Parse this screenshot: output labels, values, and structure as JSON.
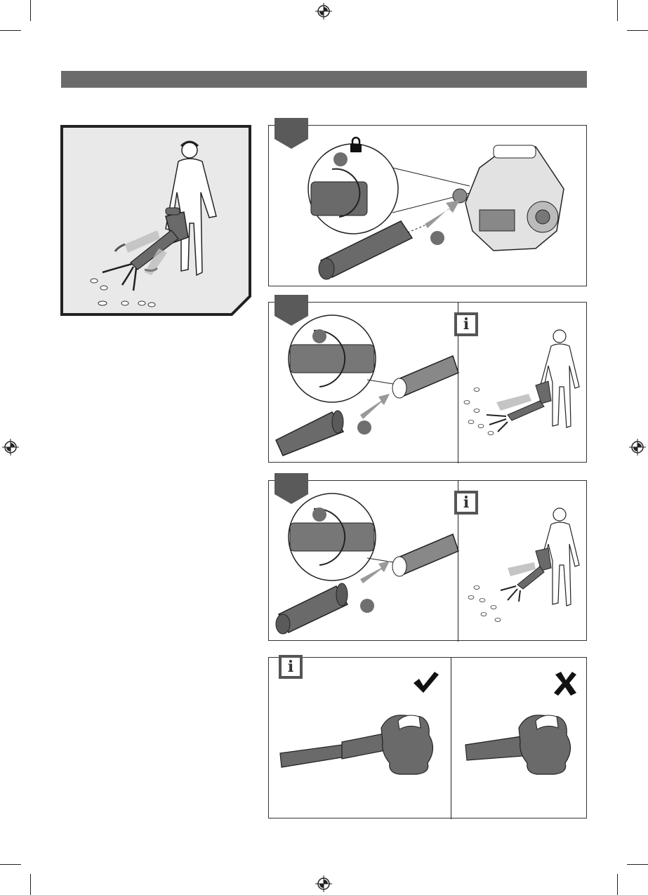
{
  "page": {
    "header_bar_color": "#6b6b6b"
  },
  "icons": {
    "registration_mark": "registration-crosshair",
    "lock": "lock-icon",
    "info": "info-icon",
    "check": "checkmark-icon",
    "cross": "cross-icon"
  },
  "info_badges": {
    "step2": "i",
    "step3": "i",
    "step4": "i"
  },
  "colors": {
    "frame": "#333333",
    "dark_fill": "#5a5a5a",
    "mid_fill": "#888888",
    "light_fill": "#cccccc",
    "intro_bg": "#e9e9e9"
  }
}
